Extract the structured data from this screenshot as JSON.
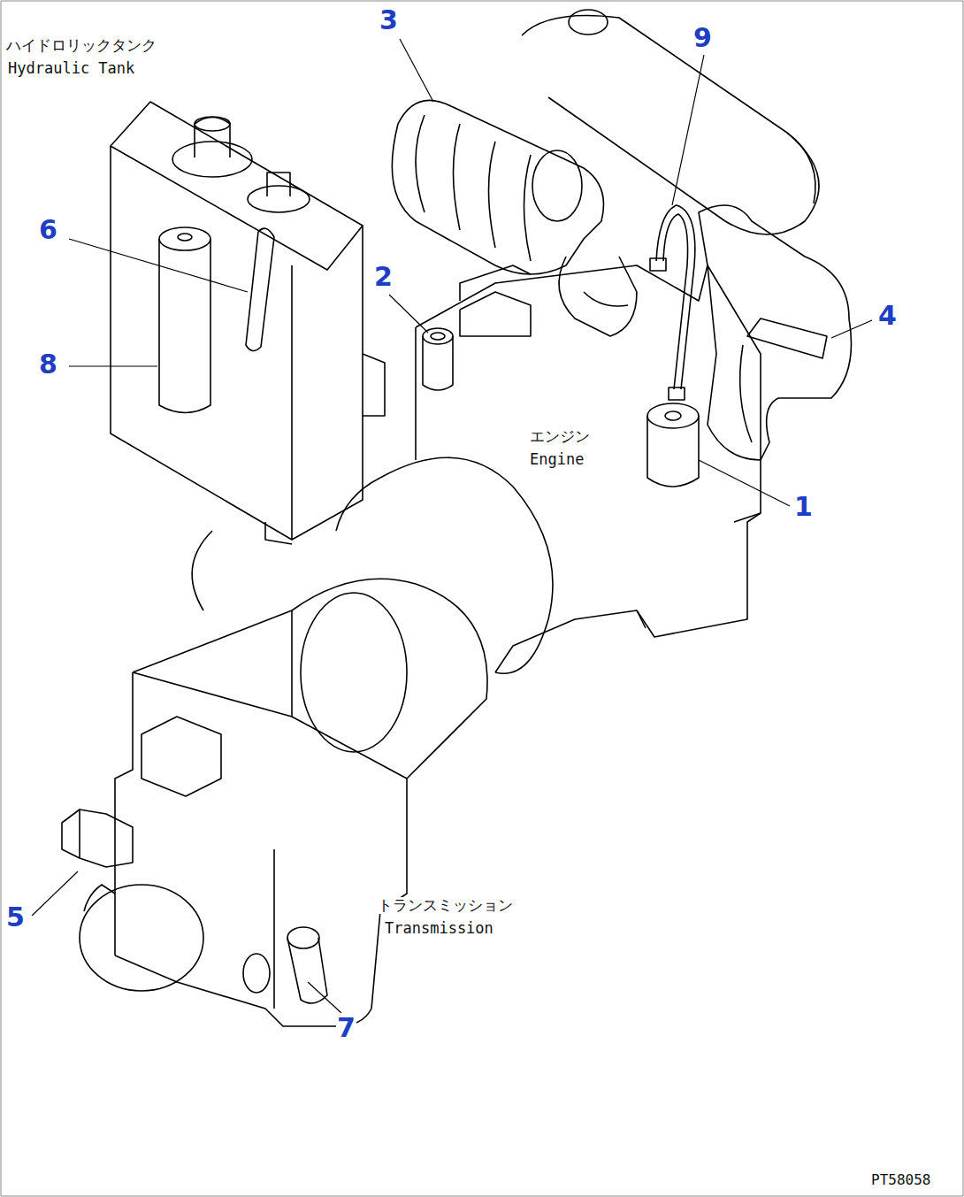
{
  "diagram": {
    "labels": [
      "ハイドロリックタンク",
      "Hydraulic Tank",
      "3",
      "9",
      "6",
      "2",
      "4",
      "8",
      "エンジン",
      "Engine",
      "1",
      "5",
      "トランスミッション",
      "Transmission",
      "7",
      "PT58058"
    ]
  }
}
